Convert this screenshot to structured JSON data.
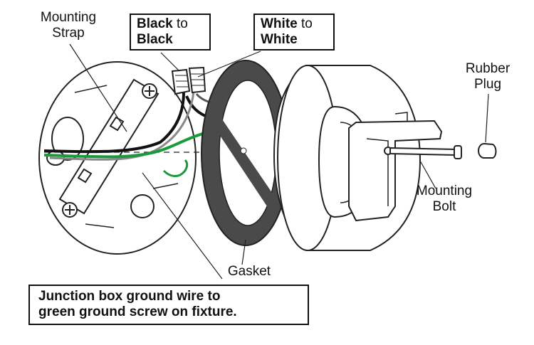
{
  "labels": {
    "mounting_strap": "Mounting\nStrap",
    "black_strong_1": "Black",
    "black_to": " to",
    "black_strong_2": "Black",
    "white_strong_1": "White",
    "white_to": " to",
    "white_strong_2": "White",
    "rubber_plug": "Rubber\nPlug",
    "mounting_bolt": "Mounting\nBolt",
    "gasket": "Gasket",
    "note_line1": "Junction box ground wire to",
    "note_line2": "green ground screw on fixture."
  },
  "colors": {
    "ground_wire": "#1a9a3a",
    "hot_wire": "#111111",
    "gasket": "#4a4a4a",
    "outline": "#222222"
  }
}
